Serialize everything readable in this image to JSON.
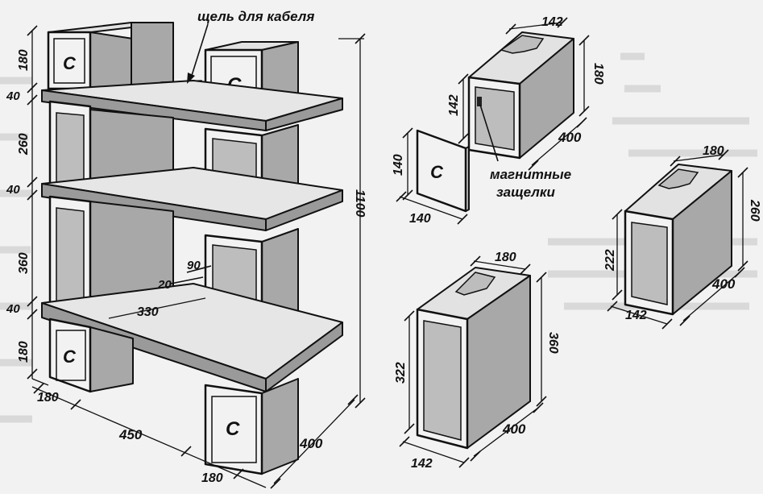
{
  "labels": {
    "cable_slot": "щель для кабеля",
    "magnetic_latches_line1": "магнитные",
    "magnetic_latches_line2": "защелки",
    "door_letter": "C"
  },
  "dimensions": {
    "stand": {
      "h_top_box": "180",
      "shelf_thick_1": "40",
      "h_260": "260",
      "shelf_thick_2": "40",
      "h_360": "360",
      "shelf_thick_3": "40",
      "h_bottom_box": "180",
      "total_height": "1100",
      "inner_90": "90",
      "inner_20": "20",
      "inner_330": "330",
      "base_180_left": "180",
      "base_450": "450",
      "base_180_right": "180",
      "depth_400": "400"
    },
    "box_small": {
      "top_width": "142",
      "height_180": "180",
      "inner_height_142": "142",
      "depth_400": "400"
    },
    "door": {
      "height_140": "140",
      "width_140": "140"
    },
    "box_medium": {
      "top_width": "180",
      "height_260": "260",
      "inner_height_222": "222",
      "width_142": "142",
      "depth_400": "400"
    },
    "box_large": {
      "top_width": "180",
      "height_360": "360",
      "inner_height_322": "322",
      "width_142": "142",
      "depth_400": "400"
    }
  }
}
